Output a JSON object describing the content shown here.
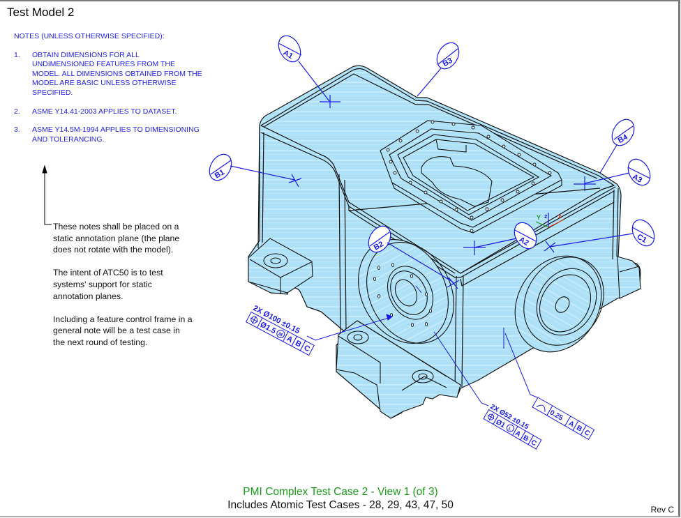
{
  "title": "Test Model 2",
  "notes": {
    "header": "NOTES (UNLESS OTHERWISE SPECIFIED):",
    "items": [
      {
        "num": "1.",
        "text": "OBTAIN DIMENSIONS FOR ALL UNDIMENSIONED FEATURES FROM THE MODEL.  ALL DIMENSIONS OBTAINED FROM THE MODEL ARE BASIC UNLESS OTHERWISE SPECIFIED."
      },
      {
        "num": "2.",
        "text": "ASME Y14.41-2003 APPLIES TO DATASET."
      },
      {
        "num": "3.",
        "text": "ASME Y14.5M-1994 APPLIES TO DIMENSIONING AND TOLERANCING."
      }
    ]
  },
  "side_note": {
    "paragraphs": [
      "These notes shall be placed on a static annotation plane (the plane does not rotate with the model).",
      "The intent of ATC50 is to test systems' support for static annotation planes.",
      "Including a feature control frame in a general note will be a test case in the next round of testing."
    ]
  },
  "datum_targets": [
    {
      "id": "A1"
    },
    {
      "id": "B3"
    },
    {
      "id": "B4"
    },
    {
      "id": "A3"
    },
    {
      "id": "B1"
    },
    {
      "id": "B2"
    },
    {
      "id": "A2"
    },
    {
      "id": "C1"
    }
  ],
  "axis_triad": {
    "x": "x",
    "y": "Y",
    "z": "z",
    "colors": {
      "x": "#e0401a",
      "y": "#1a9a1a",
      "z": "#1a1ae6"
    }
  },
  "fcf_large_bore": {
    "dimension": "2X Ø100 ±0.15",
    "symbol": "position",
    "tolerance": "Ø1.5",
    "modifier": "M",
    "datums": [
      "A",
      "B",
      "C"
    ]
  },
  "fcf_small_bore": {
    "dimension": "2X Ø52 ±0.15",
    "symbol": "position",
    "tolerance": "Ø1",
    "modifier": "L",
    "datums": [
      "A",
      "B",
      "C"
    ]
  },
  "fcf_profile": {
    "symbol": "profile-of-line",
    "tolerance": "0.25",
    "datums": [
      "A",
      "B",
      "C"
    ]
  },
  "colors": {
    "annotation": "#1a1ae6",
    "part_fill": "#aee0f7",
    "caption_green": "#1a9a1a"
  },
  "caption": {
    "line1": "PMI Complex Test Case 2 - View 1 (of 3)",
    "line2": "Includes Atomic Test Cases - 28, 29, 43, 47, 50"
  },
  "revision": "Rev C"
}
